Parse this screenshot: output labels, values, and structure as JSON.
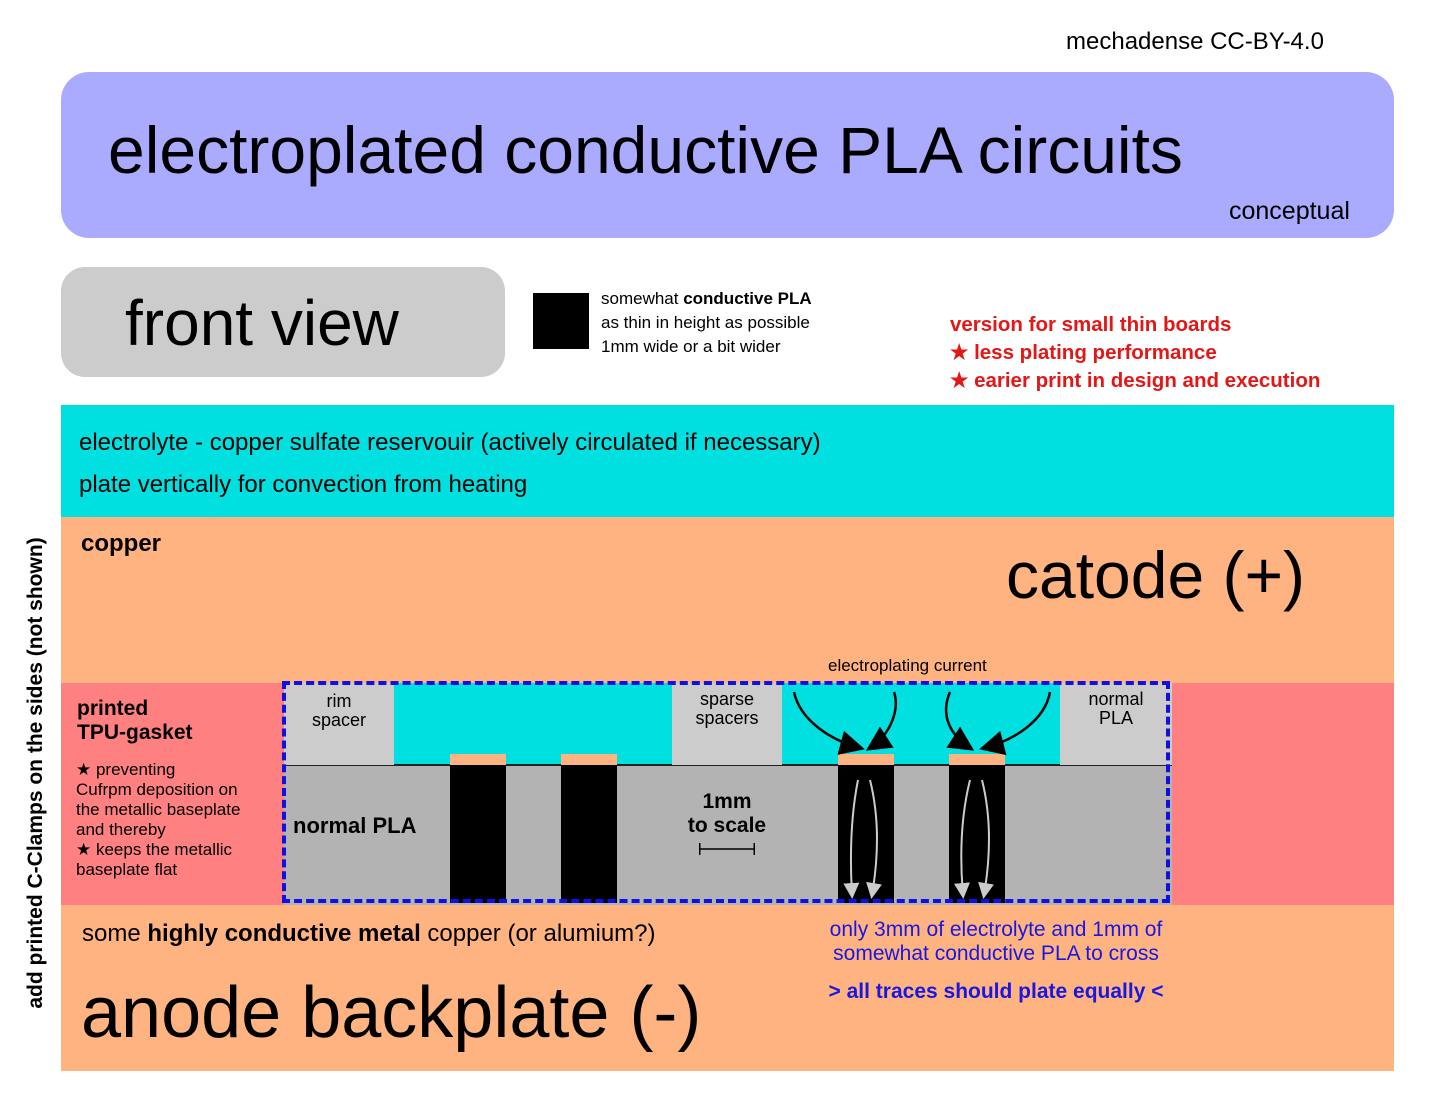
{
  "credit": "mechadense CC-BY-4.0",
  "title": "electroplated conductive PLA circuits",
  "subtitle": "conceptual",
  "view_label": "front view",
  "legend": {
    "line1_prefix": "somewhat ",
    "line1_bold": "conductive PLA",
    "line2": "as thin in height as possible",
    "line3": "1mm wide or a bit wider"
  },
  "version": {
    "line1": "version for small thin boards",
    "line2": "★ less plating performance",
    "line3": "★ earier print in design and execution"
  },
  "side_label": "add printed C-Clamps on the sides (not shown)",
  "electrolyte": {
    "line1": "electrolyte - copper sulfate reservouir (actively circulated if necessary)",
    "line2": "plate vertically for convection from heating"
  },
  "catode": {
    "material": "copper",
    "label": "catode (+)"
  },
  "gasket": {
    "title1": "printed",
    "title2": "TPU-gasket",
    "notes": [
      "★ preventing",
      "Cufrpm deposition on",
      "the metallic baseplate",
      "and thereby",
      "★ keeps the metallic",
      "baseplate flat"
    ]
  },
  "cross_section": {
    "rim_spacer": [
      "rim",
      "spacer"
    ],
    "sparse_spacers": [
      "sparse",
      "spacers"
    ],
    "normal_pla_spacer": [
      "normal",
      "PLA"
    ],
    "normal_pla": "normal PLA",
    "scale": [
      "1mm",
      "to scale"
    ],
    "current": "electroplating current"
  },
  "anode": {
    "sub_prefix": "some ",
    "sub_bold": "highly conductive metal",
    "sub_suffix": " copper (or alumium?)",
    "label": "anode backplate (-)"
  },
  "note": {
    "line1": "only 3mm of electrolyte and 1mm of",
    "line2": "somewhat conductive PLA to cross",
    "emph": "> all traces should plate equally <"
  },
  "colors": {
    "title_bg": "#aaaaff",
    "electrolyte": "#00e0e0",
    "copper": "#ffb380",
    "gasket": "#ff8080",
    "pla": "#b3b3b3",
    "spacer": "#cccccc",
    "red_text": "#e41616",
    "blue_text": "#1818e0"
  }
}
